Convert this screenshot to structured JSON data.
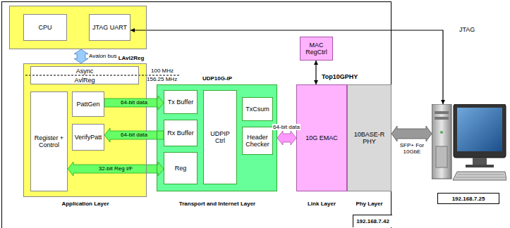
{
  "diagram": {
    "nodes": [
      {
        "text": [
          "192.168.7.42"
        ]
      },
      {
        "text": [],
        "in": 0
      },
      {
        "text": [
          "CPU"
        ],
        "in": 1
      },
      {
        "text": [
          "JTAG UART"
        ],
        "in": 1
      },
      {
        "text": [
          "LAvl2Reg",
          "Application Layer"
        ],
        "in": 0
      },
      {
        "text": [
          "Async",
          "AvlReg"
        ],
        "in": 4
      },
      {
        "text": [
          "Register + Control"
        ],
        "in": 4
      },
      {
        "text": [
          "PattGen"
        ],
        "in": 4
      },
      {
        "text": [
          "VerifyPatt"
        ],
        "in": 4
      },
      {
        "text": [
          "UDP10G-IP",
          "Transport and Internet Layer"
        ],
        "in": 0
      },
      {
        "text": [
          "Tx Buffer"
        ],
        "in": 9
      },
      {
        "text": [
          "Rx Buffer"
        ],
        "in": 9
      },
      {
        "text": [
          "Reg"
        ],
        "in": 9
      },
      {
        "text": [
          "UDPIP Ctrl"
        ],
        "in": 9
      },
      {
        "text": [
          "TxCsum"
        ],
        "in": 9
      },
      {
        "text": [
          "Header Checker"
        ],
        "in": 9
      },
      {
        "text": [
          "MAC RegCtrl"
        ],
        "in": 0
      },
      {
        "text": [
          "10G EMAC",
          "Link Layer"
        ],
        "in": 0
      },
      {
        "text": [
          "10BASE-R PHY",
          "Phy Layer"
        ],
        "in": 0
      },
      {
        "text": [
          "192.168.7.25"
        ]
      }
    ],
    "edges": [
      {
        "from": 1,
        "to": 4,
        "arrow": "both",
        "label": "Avalon bus"
      },
      {
        "from": 7,
        "to": 10,
        "arrow": "to",
        "label": "64-bit data"
      },
      {
        "from": 11,
        "to": 8,
        "arrow": "to",
        "label": "64-bit data"
      },
      {
        "from": 6,
        "to": 12,
        "arrow": "both",
        "label": "32-bit Reg I/F"
      },
      {
        "from": 9,
        "to": 17,
        "arrow": "both",
        "label": "64-bit data"
      },
      {
        "from": 16,
        "to": 17,
        "arrow": "both"
      },
      {
        "from": 18,
        "to": 19,
        "arrow": "both",
        "label": "SFP+ For 10GbE"
      },
      {
        "from": 19,
        "to": 3,
        "arrow": "both",
        "label": "JTAG"
      }
    ],
    "labels": [
      "100 MHz",
      "156.25 MHz",
      "Top10GPHY"
    ]
  }
}
